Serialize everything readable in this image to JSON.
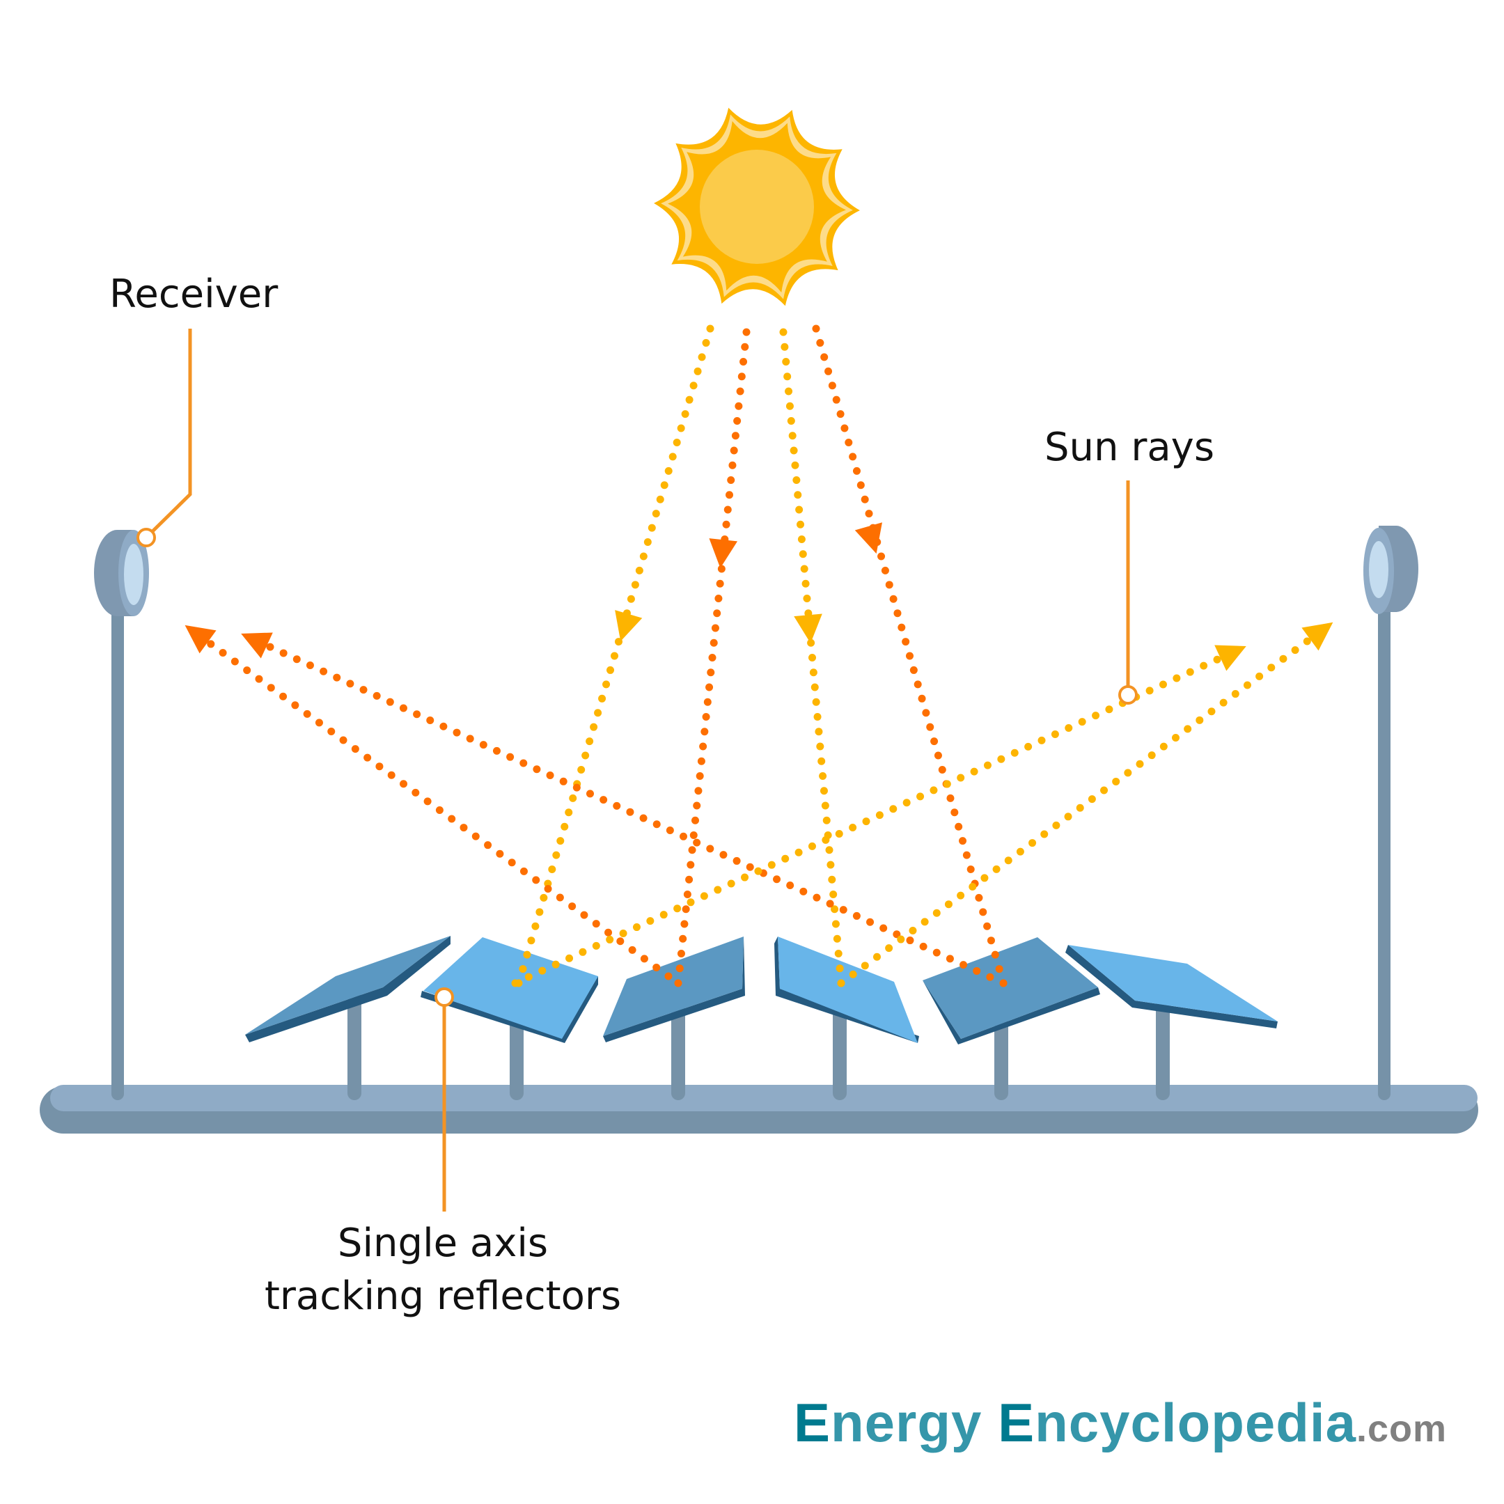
{
  "title": "Single axis tracking reflectors diagram",
  "labels": {
    "receiver": "Receiver",
    "sun_rays": "Sun rays",
    "reflectors_line1": "Single axis",
    "reflectors_line2": "tracking reflectors"
  },
  "logo": {
    "e1": "E",
    "word1_rest": "nergy ",
    "e2": "E",
    "word2_rest": "ncyclopedia",
    "suffix": ".com"
  },
  "colors": {
    "ray_yellow": "#fdb400",
    "ray_orange": "#fd6f00",
    "leader": "#f39324",
    "sun_outer": "#fdb500",
    "sun_inner": "#fbcb4a",
    "sun_rim": "#fddc8a",
    "panel_dark_face": "#5b98c2",
    "panel_light_face": "#68b5e9",
    "panel_edge": "#255a80",
    "panel_edge_light": "#3d9fe0",
    "frame_light": "#8fabc6",
    "frame_dark": "#7692a8",
    "receiver_body": "#7f98b0",
    "receiver_lens": "#c4dcef",
    "logo_dark": "#007a8f",
    "logo_teal": "#3596aa",
    "logo_gray": "#808080"
  },
  "components": {
    "reflector_count": 6,
    "receiver_count": 2,
    "incoming_rays": 4,
    "reflected_rays": 4
  }
}
